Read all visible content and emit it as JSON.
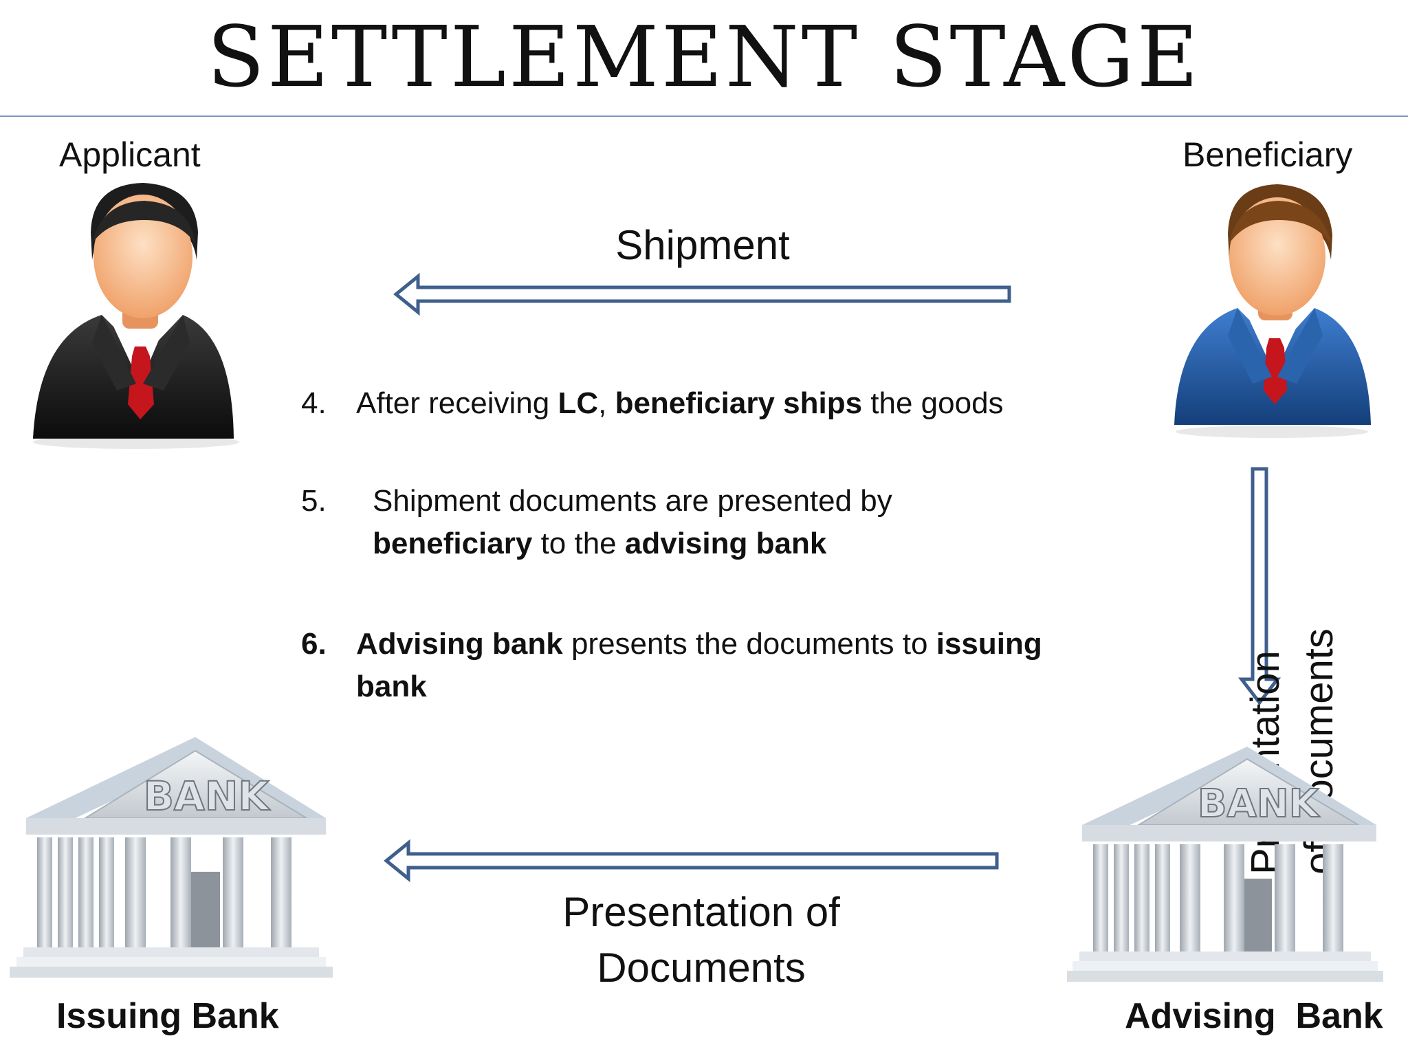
{
  "title": "SETTLEMENT STAGE",
  "parties": {
    "applicant": "Applicant",
    "beneficiary": "Beneficiary"
  },
  "banks": {
    "issuing": {
      "label": "Issuing Bank",
      "sign": "BANK"
    },
    "advising": {
      "label": "Advising  Bank",
      "sign": "BANK"
    }
  },
  "flows": {
    "shipment": "Shipment",
    "presentation_vertical": [
      "Presentation",
      "of Documents"
    ],
    "presentation_bottom": [
      "Presentation of",
      "Documents"
    ]
  },
  "steps": [
    {
      "number": "4.",
      "runs": [
        {
          "text": "After receiving ",
          "bold": false
        },
        {
          "text": "LC",
          "bold": true
        },
        {
          "text": ", ",
          "bold": false
        },
        {
          "text": "beneficiary ships",
          "bold": true
        },
        {
          "text": " the goods",
          "bold": false
        }
      ]
    },
    {
      "number": "5.",
      "runs": [
        {
          "text": "Shipment documents are presented by",
          "bold": false
        },
        {
          "text": "\n",
          "bold": false
        },
        {
          "text": "beneficiary",
          "bold": true
        },
        {
          "text": " to the ",
          "bold": false
        },
        {
          "text": "advising bank",
          "bold": true
        }
      ]
    },
    {
      "number": "6.",
      "number_bold": true,
      "runs": [
        {
          "text": "Advising bank",
          "bold": true
        },
        {
          "text": " presents the documents to ",
          "bold": false
        },
        {
          "text": "issuing",
          "bold": true
        },
        {
          "text": "\n",
          "bold": false
        },
        {
          "text": "bank",
          "bold": true
        }
      ]
    }
  ],
  "colors": {
    "arrow_stroke": "#3f5f8c",
    "arrow_fill": "#ffffff",
    "rule": "#7b95c4",
    "applicant_suit": "#1e1e1e",
    "beneficiary_suit": "#1f5fa8",
    "tie": "#c4161c",
    "skin": "#f6b98a"
  },
  "icons": {
    "applicant": "businessman-black-suit-icon",
    "beneficiary": "businessman-blue-suit-icon",
    "bank": "bank-building-icon"
  }
}
